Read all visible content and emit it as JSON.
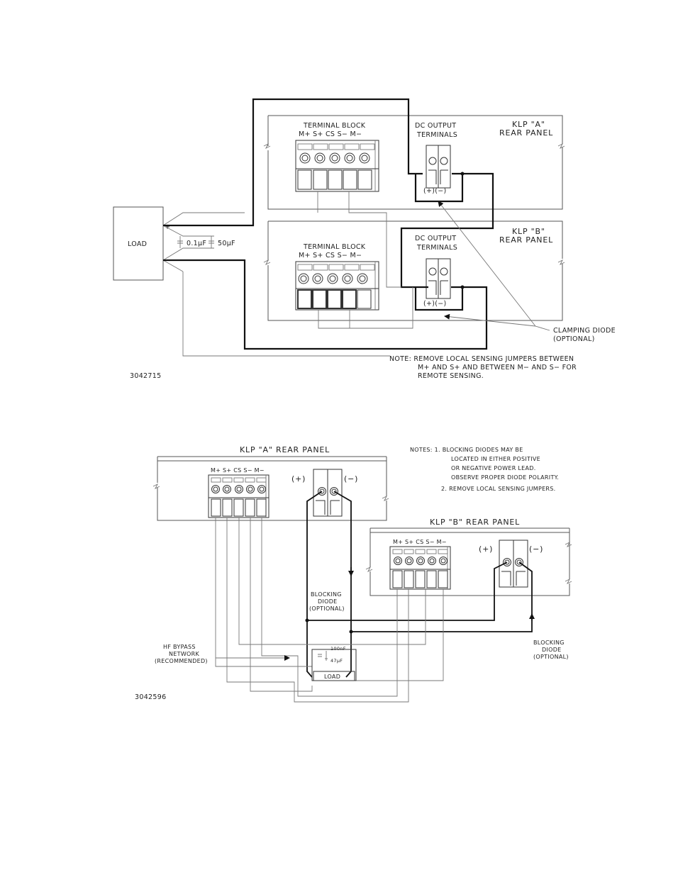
{
  "diagram1": {
    "panel_a": {
      "title_line1": "KLP \"A\"",
      "title_line2": "REAR PANEL",
      "terminal_block_title": "TERMINAL BLOCK",
      "terminal_labels": "M+ S+ CS S− M−",
      "dc_output_line1": "DC OUTPUT",
      "dc_output_line2": "TERMINALS",
      "polarity": "(+)(−)"
    },
    "panel_b": {
      "title_line1": "KLP \"B\"",
      "title_line2": "REAR PANEL",
      "terminal_block_title": "TERMINAL BLOCK",
      "terminal_labels": "M+ S+ CS S− M−",
      "dc_output_line1": "DC OUTPUT",
      "dc_output_line2": "TERMINALS",
      "polarity": "(+)(−)"
    },
    "load_label": "LOAD",
    "plus": "+",
    "minus": "−",
    "cap1": "0.1μF",
    "cap2": "50μF",
    "clamping_line1": "CLAMPING DIODE",
    "clamping_line2": "(OPTIONAL)",
    "note_line1": "NOTE:  REMOVE LOCAL SENSING JUMPERS BETWEEN",
    "note_line2": "M+ AND S+ AND BETWEEN M− AND S− FOR",
    "note_line3": "REMOTE SENSING.",
    "figure_id": "3042715"
  },
  "diagram2": {
    "panel_a_title": "KLP \"A\" REAR PANEL",
    "panel_b_title": "KLP \"B\" REAR PANEL",
    "terminal_labels": "M+ S+ CS S− M−",
    "pos": "(+)",
    "neg": "(−)",
    "notes_line1": "NOTES:  1.  BLOCKING DIODES MAY BE",
    "notes_line2": "LOCATED IN EITHER POSITIVE",
    "notes_line3": "OR NEGATIVE POWER LEAD.",
    "notes_line4": "OBSERVE PROPER DIODE POLARITY.",
    "notes_line5": "2.  REMOVE LOCAL SENSING JUMPERS.",
    "blocking_a_line1": "BLOCKING",
    "blocking_a_line2": "DIODE",
    "blocking_a_line3": "(OPTIONAL)",
    "blocking_b_line1": "BLOCKING",
    "blocking_b_line2": "DIODE",
    "blocking_b_line3": "(OPTIONAL)",
    "hf_line1": "HF BYPASS",
    "hf_line2": "NETWORK",
    "hf_line3": "(RECOMMENDED)",
    "cap1": "100nF",
    "cap2": "47μF",
    "load_label": "LOAD",
    "figure_id": "3042596"
  }
}
